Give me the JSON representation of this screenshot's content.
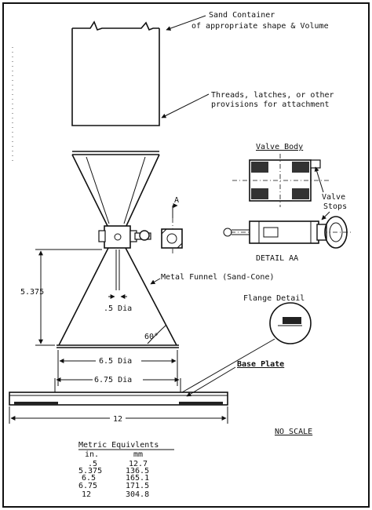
{
  "labels": {
    "sand_container_1": "Sand Container",
    "sand_container_2": "of appropriate shape & Volume",
    "threads_1": "Threads, latches, or other",
    "threads_2": "provisions for attachment",
    "valve_body": "Valve Body",
    "valve_stops_1": "Valve",
    "valve_stops_2": "Stops",
    "section_a": "A",
    "detail_aa": "DETAIL AA",
    "metal_funnel": "Metal Funnel (Sand-Cone)",
    "flange_detail": "Flange Detail",
    "base_plate": "Base Plate",
    "no_scale": "NO SCALE"
  },
  "dimensions": {
    "height": "5.375",
    "valve_dia": ".5 Dia",
    "cone_angle": "60°",
    "cone_dia": "6.5 Dia",
    "base_dia": "6.75 Dia",
    "plate_width": "12"
  },
  "table": {
    "title": "Metric Equivlents",
    "col_in": "in.",
    "col_mm": "mm",
    "rows": [
      {
        "in": ".5",
        "mm": "12.7"
      },
      {
        "in": "5.375",
        "mm": "136.5"
      },
      {
        "in": "6.5",
        "mm": "165.1"
      },
      {
        "in": "6.75",
        "mm": "171.5"
      },
      {
        "in": "12",
        "mm": "304.8"
      }
    ]
  }
}
